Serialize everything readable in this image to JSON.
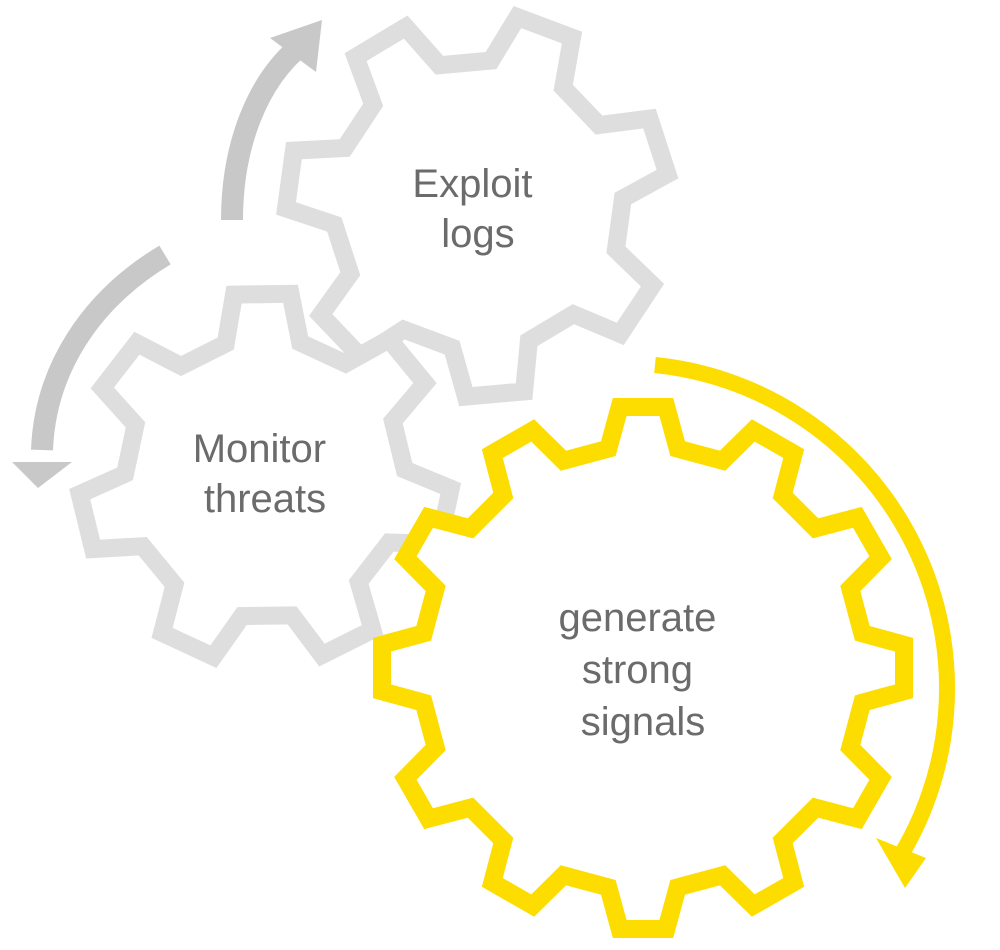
{
  "gears": [
    {
      "id": "exploit",
      "lines": [
        "Exploit",
        "logs"
      ],
      "color": "#dedede",
      "teeth": 7
    },
    {
      "id": "monitor",
      "lines": [
        "Monitor",
        "threats"
      ],
      "color": "#dedede",
      "teeth": 7
    },
    {
      "id": "generate",
      "lines": [
        "generate",
        "strong",
        "signals"
      ],
      "color": "#fddc00",
      "teeth": 12
    }
  ],
  "arrows": [
    {
      "id": "arrow-up",
      "color": "#c8c8c8"
    },
    {
      "id": "arrow-down",
      "color": "#c8c8c8"
    },
    {
      "id": "arrow-clockwise",
      "color": "#fddc00"
    }
  ],
  "colors": {
    "label": "#6b6b6b",
    "background": "#ffffff"
  }
}
